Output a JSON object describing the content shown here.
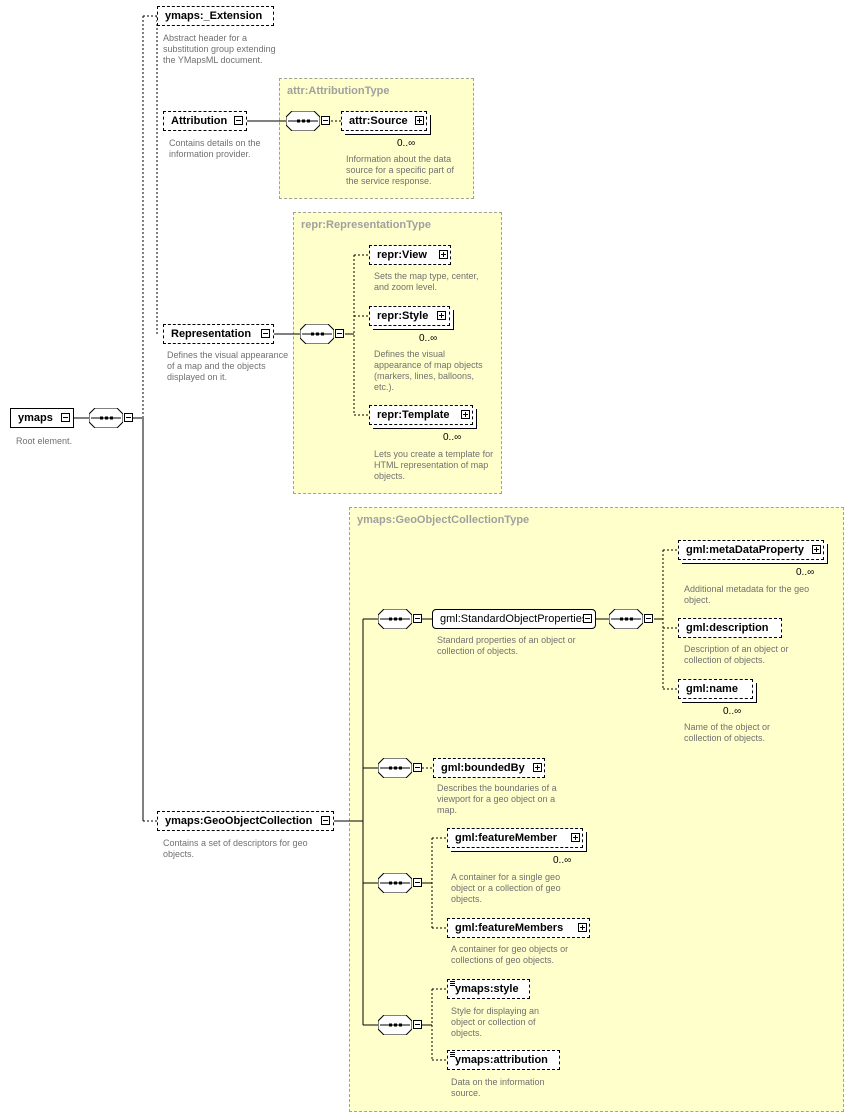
{
  "types": {
    "attribution": "attr:AttributionType",
    "representation": "repr:RepresentationType",
    "geo_collection": "ymaps:GeoObjectCollectionType"
  },
  "elements": {
    "ymaps": {
      "label": "ymaps",
      "desc": "Root element."
    },
    "extension": {
      "label": "ymaps:_Extension",
      "desc": "Abstract header for a substitution group extending the YMapsML document."
    },
    "attribution": {
      "label": "Attribution",
      "desc": "Contains details on the information provider."
    },
    "source": {
      "label": "attr:Source",
      "occurs": "0..∞",
      "desc": "Information about the data source for a specific part of the service response."
    },
    "representation": {
      "label": "Representation",
      "desc": "Defines the visual appearance of a map and the objects displayed on it."
    },
    "view": {
      "label": "repr:View",
      "desc": "Sets the map type, center, and zoom level."
    },
    "style": {
      "label": "repr:Style",
      "occurs": "0..∞",
      "desc": "Defines the visual appearance of map objects (markers, lines, balloons, etc.)."
    },
    "template": {
      "label": "repr:Template",
      "occurs": "0..∞",
      "desc": "Lets you create a template for HTML representation of map objects."
    },
    "geo_collection": {
      "label": "ymaps:GeoObjectCollection",
      "desc": "Contains a set of descriptors for geo objects."
    },
    "std_props": {
      "label": "gml:StandardObjectProperties",
      "desc": "Standard properties of an object or collection of objects."
    },
    "metadata": {
      "label": "gml:metaDataProperty",
      "occurs": "0..∞",
      "desc": "Additional metadata for the geo object."
    },
    "description": {
      "label": "gml:description",
      "desc": "Description of an object or collection of objects."
    },
    "name": {
      "label": "gml:name",
      "occurs": "0..∞",
      "desc": "Name of the object or collection of objects."
    },
    "bounded_by": {
      "label": "gml:boundedBy",
      "desc": "Describes the boundaries of a viewport for a geo object on a map."
    },
    "feature_member": {
      "label": "gml:featureMember",
      "occurs": "0..∞",
      "desc": "A container for a single geo object or a collection of geo objects."
    },
    "feature_members": {
      "label": "gml:featureMembers",
      "desc": "A container for geo objects or collections of geo objects."
    },
    "ymaps_style": {
      "label": "ymaps:style",
      "desc": "Style for displaying an object or collection of objects."
    },
    "ymaps_attribution": {
      "label": "ymaps:attribution",
      "desc": "Data on the information source."
    }
  },
  "colors": {
    "type_box_fill": "#ffffcc",
    "type_box_border": "#a0a0a0",
    "description_text": "#707070",
    "type_title": "#a0a0a0"
  }
}
